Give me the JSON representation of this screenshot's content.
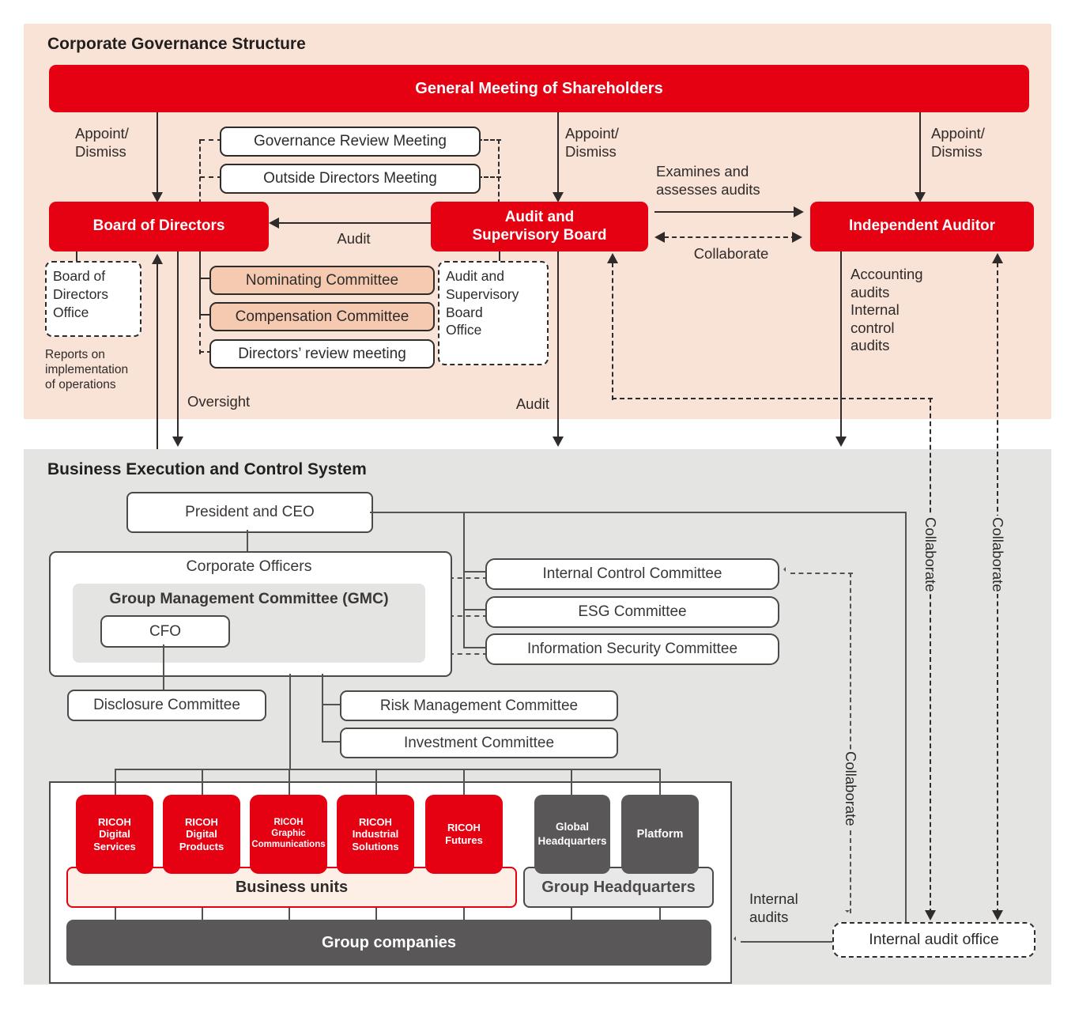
{
  "colors": {
    "accent_red": "#e50012",
    "top_section_bg": "#f9e2d6",
    "bottom_section_bg": "#e4e4e3",
    "committee_peach": "#f5cab1",
    "business_units_bg": "#fdeee6",
    "dark_gray_box": "#595757",
    "line_dark": "#2e2b2a"
  },
  "top": {
    "title": "Corporate Governance Structure",
    "banner": "General Meeting of Shareholders",
    "appoint_dismiss": "Appoint/\nDismiss",
    "governance_review": "Governance Review Meeting",
    "outside_directors": "Outside Directors Meeting",
    "board_of_directors": "Board of Directors",
    "audit_supervisory_board": "Audit and\nSupervisory Board",
    "independent_auditor": "Independent Auditor",
    "audit_arrow_label": "Audit",
    "examines_label": "Examines and\nassesses audits",
    "collaborate_label": "Collaborate",
    "bod_office": "Board of\nDirectors\nOffice",
    "nominating_committee": "Nominating Committee",
    "compensation_committee": "Compensation Committee",
    "directors_review_meeting": "Directors’ review meeting",
    "asb_office": "Audit and\nSupervisory\nBoard\nOffice",
    "reports_label": "Reports on\nimplementation\nof operations",
    "oversight_label": "Oversight",
    "audit_down_label": "Audit",
    "accounting_label": "Accounting\naudits\nInternal\ncontrol\naudits"
  },
  "bottom": {
    "title": "Business Execution and Control System",
    "president": "President and CEO",
    "corporate_officers": "Corporate Officers",
    "gmc": "Group Management Committee (GMC)",
    "cfo": "CFO",
    "internal_control_committee": "Internal Control Committee",
    "esg_committee": "ESG Committee",
    "information_security_committee": "Information Security Committee",
    "disclosure_committee": "Disclosure Committee",
    "risk_management_committee": "Risk Management Committee",
    "investment_committee": "Investment Committee",
    "units": [
      "RICOH\nDigital\nServices",
      "RICOH\nDigital\nProducts",
      "RICOH\nGraphic\nCommunications",
      "RICOH\nIndustrial\nSolutions",
      "RICOH\nFutures"
    ],
    "business_units": "Business units",
    "global_headquarters": "Global\nHeadquarters",
    "platform": "Platform",
    "group_headquarters": "Group Headquarters",
    "group_companies": "Group companies",
    "internal_audits": "Internal\naudits",
    "internal_audit_office": "Internal audit office",
    "collaborate_label": "Collaborate"
  }
}
